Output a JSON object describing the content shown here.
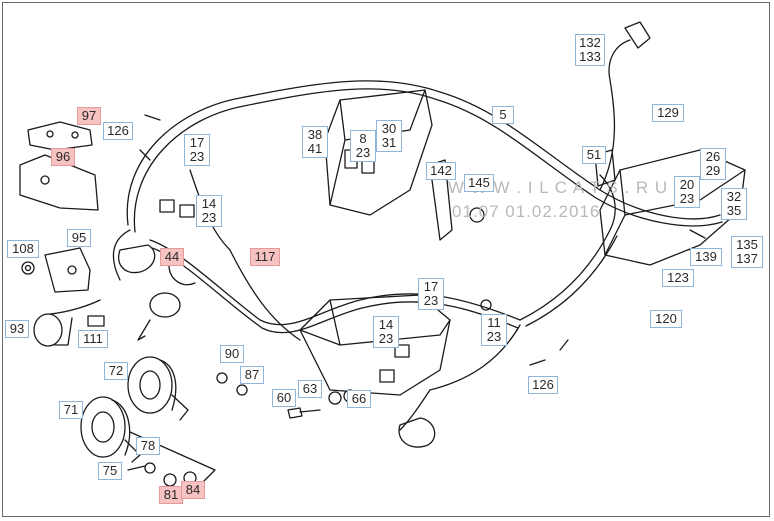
{
  "colors": {
    "callout_border": "#8fb6d8",
    "highlight_fill": "#f6c2c2",
    "line": "#1a1a1a",
    "watermark": "#b9b9b9"
  },
  "watermark": {
    "line1": "W W W . I L C A T S . R U",
    "line2": "01.07 01.02.2016"
  },
  "callouts": [
    {
      "id": "c97",
      "lines": [
        "97"
      ],
      "highlighted": true
    },
    {
      "id": "c96",
      "lines": [
        "96"
      ],
      "highlighted": true
    },
    {
      "id": "c126a",
      "lines": [
        "126"
      ],
      "highlighted": false
    },
    {
      "id": "c17-23a",
      "lines": [
        "17",
        "23"
      ],
      "highlighted": false
    },
    {
      "id": "c38-41",
      "lines": [
        "38",
        "41"
      ],
      "highlighted": false
    },
    {
      "id": "c8-23",
      "lines": [
        "8",
        "23"
      ],
      "highlighted": false
    },
    {
      "id": "c30-31",
      "lines": [
        "30",
        "31"
      ],
      "highlighted": false
    },
    {
      "id": "c5",
      "lines": [
        "5"
      ],
      "highlighted": false
    },
    {
      "id": "c132-133",
      "lines": [
        "132",
        "133"
      ],
      "highlighted": false
    },
    {
      "id": "c129",
      "lines": [
        "129"
      ],
      "highlighted": false
    },
    {
      "id": "c51",
      "lines": [
        "51"
      ],
      "highlighted": false
    },
    {
      "id": "c142",
      "lines": [
        "142"
      ],
      "highlighted": false
    },
    {
      "id": "c145",
      "lines": [
        "145"
      ],
      "highlighted": false
    },
    {
      "id": "c26-29",
      "lines": [
        "26",
        "29"
      ],
      "highlighted": false
    },
    {
      "id": "c20-23",
      "lines": [
        "20",
        "23"
      ],
      "highlighted": false
    },
    {
      "id": "c32-35",
      "lines": [
        "32",
        "35"
      ],
      "highlighted": false
    },
    {
      "id": "c135-137",
      "lines": [
        "135",
        "137"
      ],
      "highlighted": false
    },
    {
      "id": "c139",
      "lines": [
        "139"
      ],
      "highlighted": false
    },
    {
      "id": "c123",
      "lines": [
        "123"
      ],
      "highlighted": false
    },
    {
      "id": "c120",
      "lines": [
        "120"
      ],
      "highlighted": false
    },
    {
      "id": "c14-23a",
      "lines": [
        "14",
        "23"
      ],
      "highlighted": false
    },
    {
      "id": "c108",
      "lines": [
        "108"
      ],
      "highlighted": false
    },
    {
      "id": "c95",
      "lines": [
        "95"
      ],
      "highlighted": false
    },
    {
      "id": "c44",
      "lines": [
        "44"
      ],
      "highlighted": true
    },
    {
      "id": "c117",
      "lines": [
        "117"
      ],
      "highlighted": true
    },
    {
      "id": "c17-23b",
      "lines": [
        "17",
        "23"
      ],
      "highlighted": false
    },
    {
      "id": "c11-23",
      "lines": [
        "11",
        "23"
      ],
      "highlighted": false
    },
    {
      "id": "c14-23b",
      "lines": [
        "14",
        "23"
      ],
      "highlighted": false
    },
    {
      "id": "c93",
      "lines": [
        "93"
      ],
      "highlighted": false
    },
    {
      "id": "c111",
      "lines": [
        "111"
      ],
      "highlighted": false
    },
    {
      "id": "c90",
      "lines": [
        "90"
      ],
      "highlighted": false
    },
    {
      "id": "c72",
      "lines": [
        "72"
      ],
      "highlighted": false
    },
    {
      "id": "c87",
      "lines": [
        "87"
      ],
      "highlighted": false
    },
    {
      "id": "c60",
      "lines": [
        "60"
      ],
      "highlighted": false
    },
    {
      "id": "c63",
      "lines": [
        "63"
      ],
      "highlighted": false
    },
    {
      "id": "c66",
      "lines": [
        "66"
      ],
      "highlighted": false
    },
    {
      "id": "c126b",
      "lines": [
        "126"
      ],
      "highlighted": false
    },
    {
      "id": "c71",
      "lines": [
        "71"
      ],
      "highlighted": false
    },
    {
      "id": "c78",
      "lines": [
        "78"
      ],
      "highlighted": false
    },
    {
      "id": "c75",
      "lines": [
        "75"
      ],
      "highlighted": false
    },
    {
      "id": "c81",
      "lines": [
        "81"
      ],
      "highlighted": true
    },
    {
      "id": "c84",
      "lines": [
        "84"
      ],
      "highlighted": true
    }
  ]
}
